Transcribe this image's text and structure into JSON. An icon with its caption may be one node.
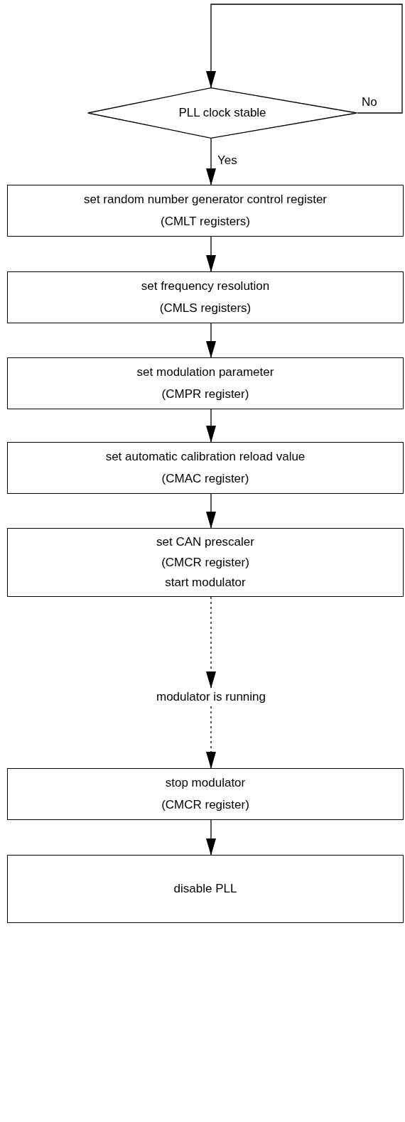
{
  "diagram": {
    "nodes": [
      {
        "text": [
          "PLL clock stable"
        ]
      },
      {
        "text": [
          "set random number generator control register",
          "(CMLT registers)"
        ]
      },
      {
        "text": [
          "set frequency resolution",
          "(CMLS registers)"
        ]
      },
      {
        "text": [
          "set modulation parameter",
          "(CMPR register)"
        ]
      },
      {
        "text": [
          "set automatic calibration reload value",
          "(CMAC register)"
        ]
      },
      {
        "text": [
          "set CAN prescaler",
          "(CMCR register)",
          "start modulator"
        ]
      },
      {
        "text": [
          "modulator is running"
        ]
      },
      {
        "text": [
          "stop modulator",
          "(CMCR register)"
        ]
      },
      {
        "text": [
          "disable PLL"
        ]
      }
    ],
    "edges": [
      {
        "from": 0,
        "to": 0,
        "arrow": "to",
        "label": "No"
      },
      {
        "from": 0,
        "to": 1,
        "arrow": "to",
        "label": "Yes"
      },
      {
        "from": 1,
        "to": 2,
        "arrow": "to"
      },
      {
        "from": 2,
        "to": 3,
        "arrow": "to"
      },
      {
        "from": 3,
        "to": 4,
        "arrow": "to"
      },
      {
        "from": 4,
        "to": 5,
        "arrow": "to"
      },
      {
        "from": 5,
        "to": 6,
        "arrow": "to",
        "style": "dashed"
      },
      {
        "from": 6,
        "to": 7,
        "arrow": "to",
        "style": "dashed"
      },
      {
        "from": 7,
        "to": 8,
        "arrow": "to"
      }
    ]
  }
}
